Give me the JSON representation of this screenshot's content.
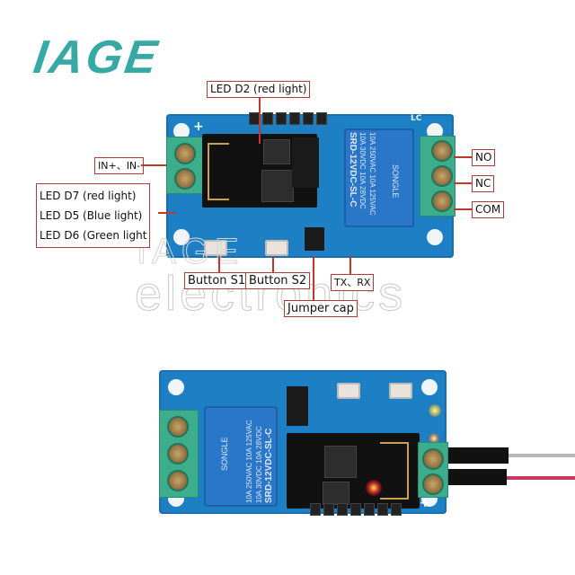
{
  "brand": {
    "logo_text": "IAGE",
    "logo_color": "#36a9a4"
  },
  "watermark": {
    "line1": "IAGE",
    "line2": "electronics"
  },
  "annotations": {
    "led_d2": "LED D2 (red light)",
    "input": "IN+、IN-",
    "leds": [
      "LED D7 (red light)",
      "LED D5 (Blue light)",
      "LED D6 (Green light"
    ],
    "no": "NO",
    "nc": "NC",
    "com": "COM",
    "button_s1": "Button S1",
    "button_s2": "Button S2",
    "tx_rx": "TX、RX",
    "jumper": "Jumper cap"
  },
  "board_top": {
    "relay_text": [
      "10A 250VAC  10A 125VAC",
      "10A 30VDC  10A 28VDC",
      "SRD-12VDC-SL-C"
    ],
    "relay_brand": "SONGLE",
    "silk_lc": "LC",
    "silk_plus": "+"
  },
  "board_bottom": {
    "relay_text": [
      "10A 250VAC  10A 125VAC",
      "10A 30VDC  10A 28VDC",
      "SRD-12VDC-SL-C"
    ],
    "relay_brand": "SONGLE",
    "silk_plus": "+"
  },
  "colors": {
    "annotation_border": "#b13a3a",
    "pcb": "#1d7fc4",
    "terminal": "#3cae8c",
    "wire_red": "#c8385f",
    "wire_gray": "#b8b8b8"
  }
}
